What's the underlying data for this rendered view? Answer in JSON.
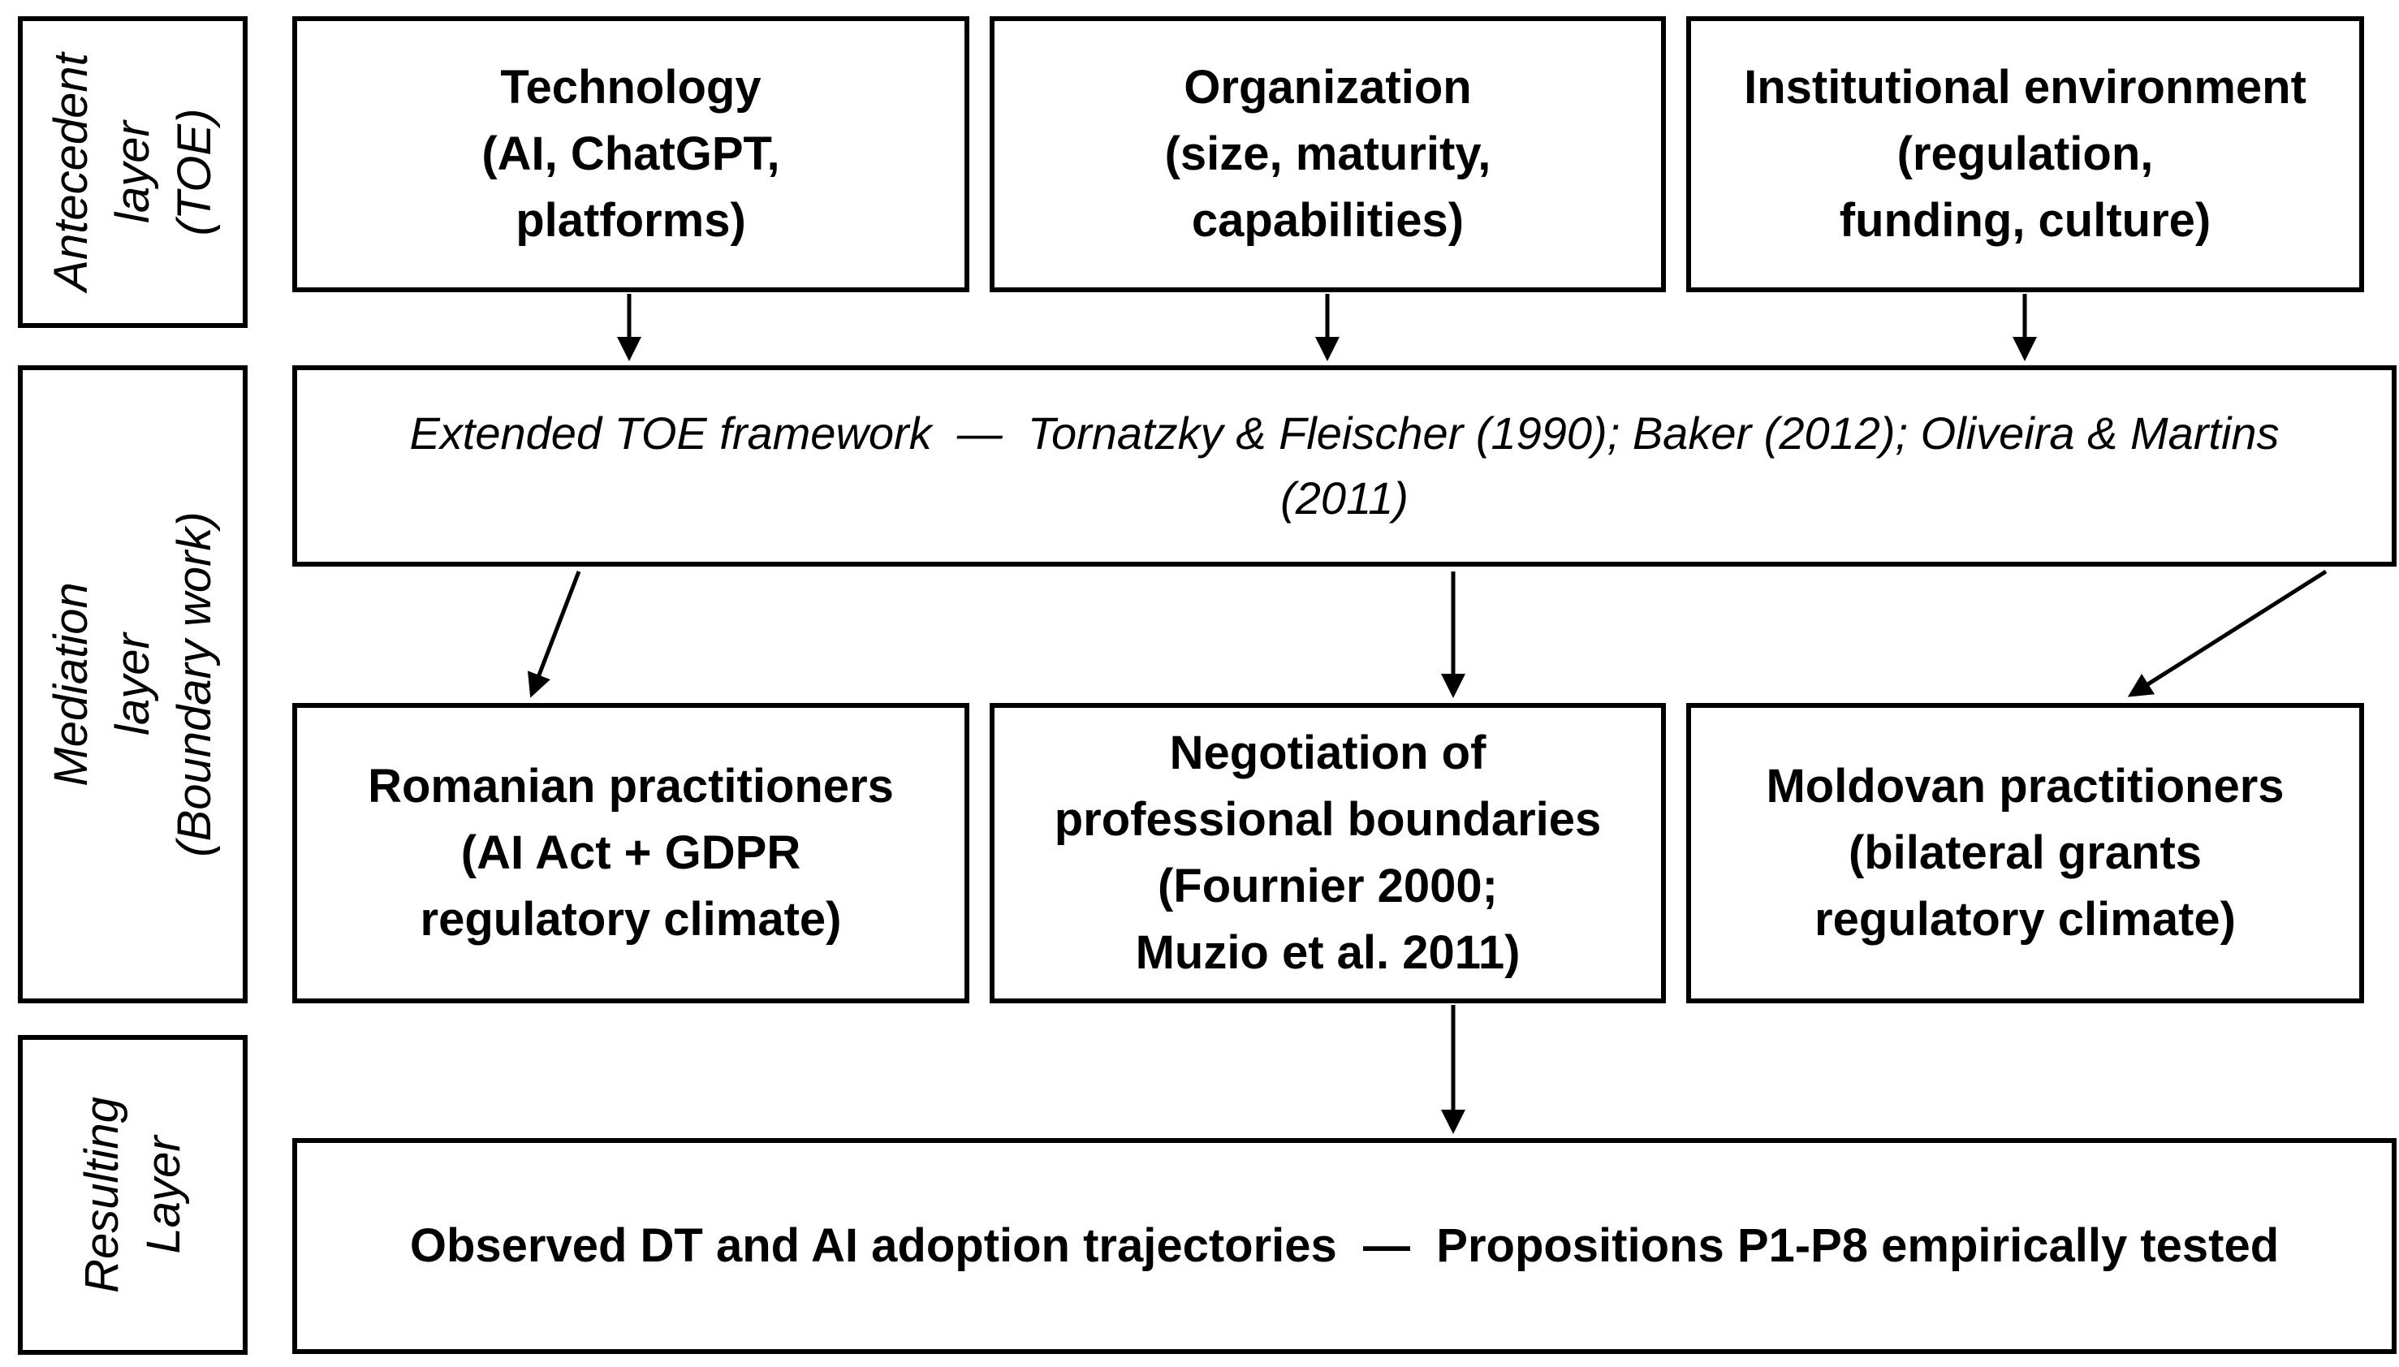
{
  "layers": {
    "antecedent": [
      "Antecedent",
      "layer",
      "(TOE)"
    ],
    "mediation": [
      "Mediation",
      "layer",
      "(Boundary work)"
    ],
    "resulting": [
      "Resulting",
      "Layer"
    ]
  },
  "antecedent_boxes": {
    "technology": [
      "Technology",
      "(AI, ChatGPT,",
      "platforms)"
    ],
    "organization": [
      "Organization",
      "(size, maturity,",
      "capabilities)"
    ],
    "institutional": [
      "Institutional environment",
      "(regulation,",
      "funding, culture)"
    ]
  },
  "framework": [
    "Extended TOE framework  —  Tornatzky & Fleischer (1990); Baker (2012); Oliveira & Martins",
    "(2011)"
  ],
  "mediation_boxes": {
    "romanian": [
      "Romanian practitioners",
      "(AI Act + GDPR",
      "regulatory climate)"
    ],
    "negotiation": [
      "Negotiation of",
      "professional boundaries",
      "(Fournier 2000;",
      "Muzio et al. 2011)"
    ],
    "moldovan": [
      "Moldovan practitioners",
      "(bilateral grants",
      "regulatory climate)"
    ]
  },
  "result": "Observed DT and AI adoption trajectories  —  Propositions P1-P8 empirically tested"
}
